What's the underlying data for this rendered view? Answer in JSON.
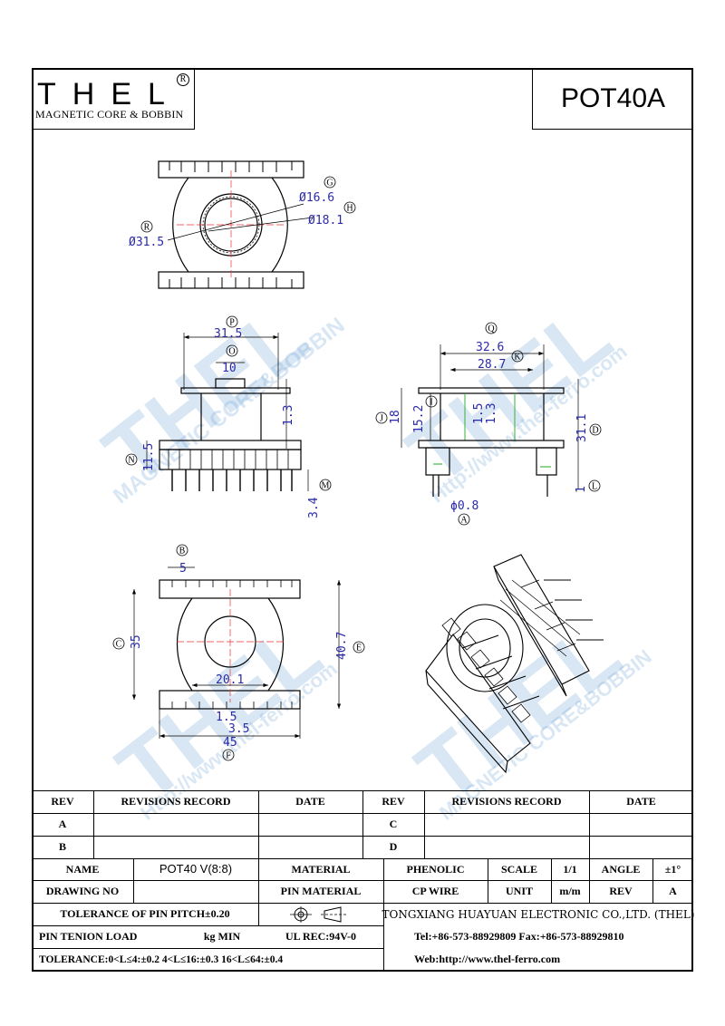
{
  "header": {
    "logo_text": "THEL",
    "logo_reg": "R",
    "logo_subtitle": "MAGNETIC CORE & BOBBIN",
    "part_number": "POT40A"
  },
  "watermark": {
    "brand": "THEL",
    "line1": "MAGNETIC CORE&BOBBIN",
    "line2": "Http://www.thel-ferro.com"
  },
  "views": {
    "top": {
      "labels": {
        "G": "G",
        "H": "H",
        "R": "R"
      },
      "dims": {
        "d1": "Ø16.6",
        "d2": "Ø18.1",
        "d3": "Ø31.5"
      }
    },
    "front": {
      "labels": {
        "P": "P",
        "O": "O",
        "N": "N",
        "M": "M"
      },
      "dims": {
        "w": "31.5",
        "w_inner": "10",
        "t": "1.3",
        "h": "11.5",
        "pin": "3.4"
      }
    },
    "side": {
      "labels": {
        "Q": "Q",
        "K": "K",
        "I": "I",
        "J": "J",
        "D": "D",
        "L": "L",
        "A": "A"
      },
      "dims": {
        "w": "32.6",
        "w_inner": "28.7",
        "h_total": "18",
        "h_inner": "15.2",
        "t1": "1.5",
        "t2": "1.3",
        "h_all": "31.1",
        "l": "1",
        "pin_d": "ϕ0.8"
      }
    },
    "bottom": {
      "labels": {
        "B": "B",
        "C": "C",
        "E": "E",
        "F": "F"
      },
      "dims": {
        "pitch": "5",
        "h": "35",
        "h_total": "40.7",
        "core": "20.1",
        "a": "1.5",
        "b": "3.5",
        "w": "45"
      }
    }
  },
  "table": {
    "rev_header": "REV",
    "record_header": "REVISIONS RECORD",
    "date_header": "DATE",
    "rev_a": "A",
    "rev_b": "B",
    "rev_c": "C",
    "rev_d": "D",
    "name_label": "NAME",
    "name_value": "POT40 V(8:8)",
    "material_label": "MATERIAL",
    "material_value": "PHENOLIC",
    "scale_label": "SCALE",
    "scale_value": "1/1",
    "angle_label": "ANGLE",
    "angle_value": "±1°",
    "drawing_no_label": "DRAWING NO",
    "pin_material_label": "PIN MATERIAL",
    "pin_material_value": "CP WIRE",
    "unit_label": "UNIT",
    "unit_value": "m/m",
    "rev_label": "REV",
    "rev_value": "A",
    "tolerance_pitch": "TOLERANCE OF PIN PITCH±0.20",
    "company": "TONGXIANG HUAYUAN ELECTRONIC CO.,LTD.  (THEL)",
    "pin_tension": "PIN TENION LOAD",
    "kg_min": "kg MIN",
    "ul": "UL REC:94V-0",
    "tel": "Tel:+86-573-88929809 Fax:+86-573-88929810",
    "tolerance": "TOLERANCE:0<L≤4:±0.2  4<L≤16:±0.3  16<L≤64:±0.4",
    "web": "Web:http://www.thel-ferro.com"
  }
}
